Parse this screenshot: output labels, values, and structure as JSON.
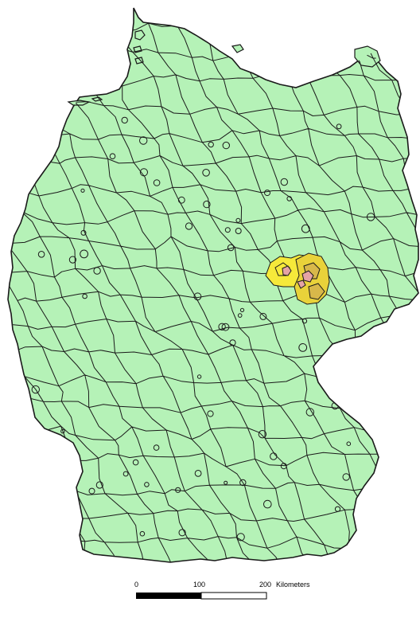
{
  "map": {
    "colors": {
      "background": "#ffffff",
      "land": "#b5f2b7",
      "border": "#1a1a1a",
      "highlight": "#f6e93a",
      "highlight_dark": "#d4b829",
      "center": "#e5a3a5"
    }
  },
  "scale_bar": {
    "label_0": "0",
    "label_100": "100",
    "label_200": "200",
    "unit": "Kilometers"
  }
}
